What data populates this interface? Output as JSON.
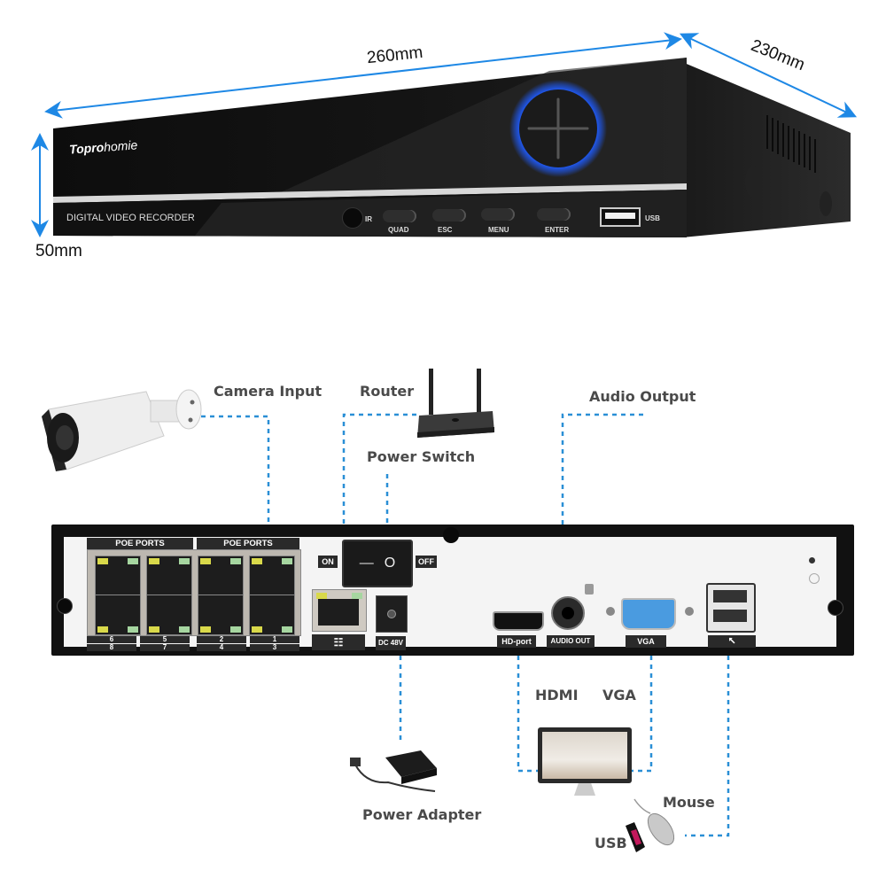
{
  "dimensions": {
    "width": "260mm",
    "depth": "230mm",
    "height": "50mm"
  },
  "front_panel": {
    "brand_bold": "Topro",
    "brand_light": "homie",
    "model_text": "DIGITAL VIDEO RECORDER",
    "ir_label": "IR",
    "buttons": [
      "QUAD",
      "ESC",
      "MENU",
      "ENTER"
    ],
    "usb_label": "USB"
  },
  "rear_panel": {
    "poe_header_left": "POE PORTS",
    "poe_header_right": "POE PORTS",
    "port_numbers_top": [
      "6",
      "5",
      "2",
      "1"
    ],
    "port_numbers_bottom": [
      "8",
      "7",
      "4",
      "3"
    ],
    "switch_on": "ON",
    "switch_off": "OFF",
    "switch_symbols": [
      "—",
      "O"
    ],
    "dc_label": "DC 48V",
    "hdmi_label": "HD-port",
    "audio_label": "AUDIO OUT",
    "vga_label": "VGA"
  },
  "callouts": {
    "camera_input": "Camera Input",
    "router": "Router",
    "power_switch": "Power Switch",
    "audio_output": "Audio Output",
    "power_adapter": "Power Adapter",
    "hdmi": "HDMI",
    "vga": "VGA",
    "mouse": "Mouse",
    "usb": "USB"
  },
  "colors": {
    "dimension_arrow": "#1e88e5",
    "connector_line": "#2a8fd6",
    "glow_ring": "#1f5cff",
    "chassis": "#151515",
    "vga_port": "#4a9be0"
  }
}
